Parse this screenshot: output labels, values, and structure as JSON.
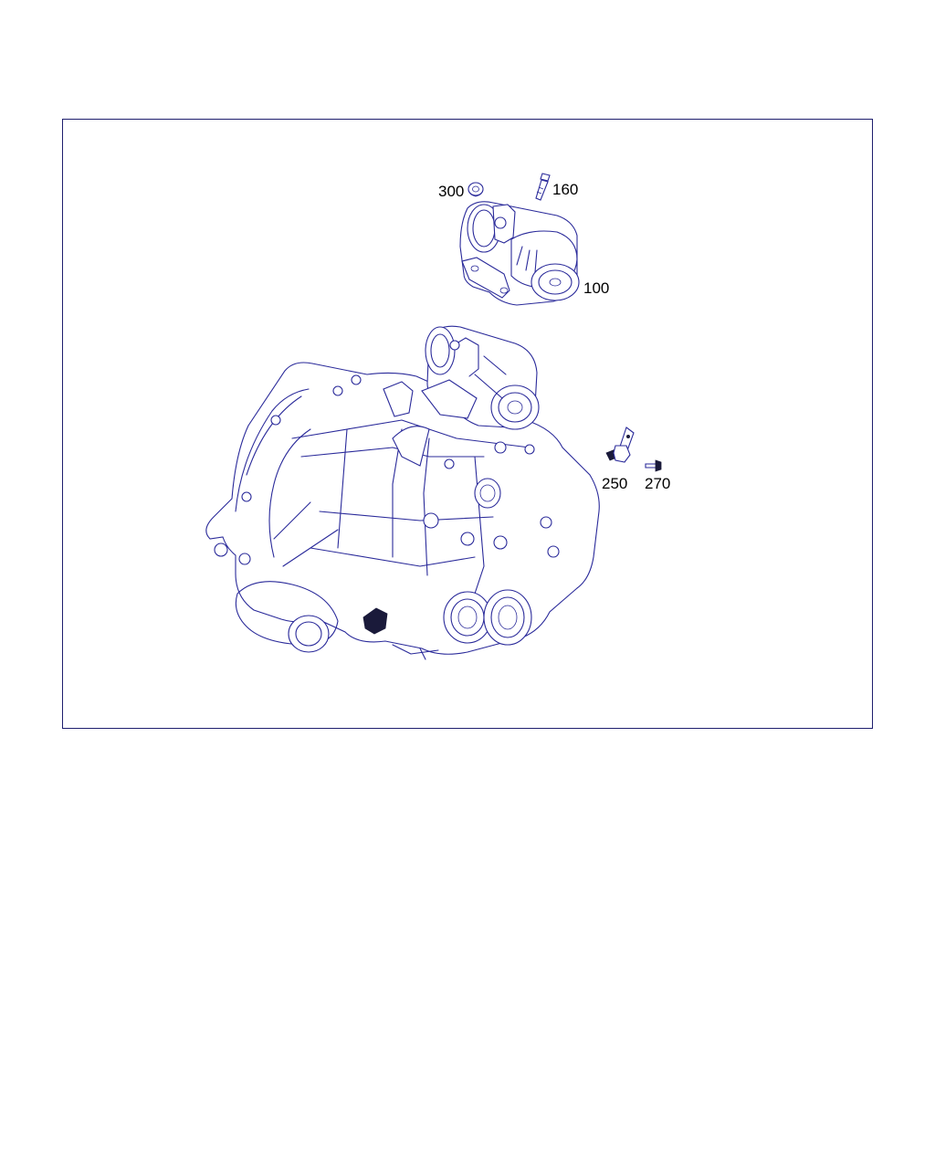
{
  "diagram": {
    "colors": {
      "line": "#2a2a9a",
      "frame": "#1e1e6e",
      "label": "#000000",
      "background": "#ffffff"
    },
    "parts": [
      {
        "id": "p300",
        "label": "300",
        "icon": "washer-icon"
      },
      {
        "id": "p160",
        "label": "160",
        "icon": "bolt-icon"
      },
      {
        "id": "p100",
        "label": "100",
        "icon": "actuator-motor-icon"
      },
      {
        "id": "p250",
        "label": "250",
        "icon": "sensor-icon"
      },
      {
        "id": "p270",
        "label": "270",
        "icon": "screw-icon"
      }
    ]
  }
}
